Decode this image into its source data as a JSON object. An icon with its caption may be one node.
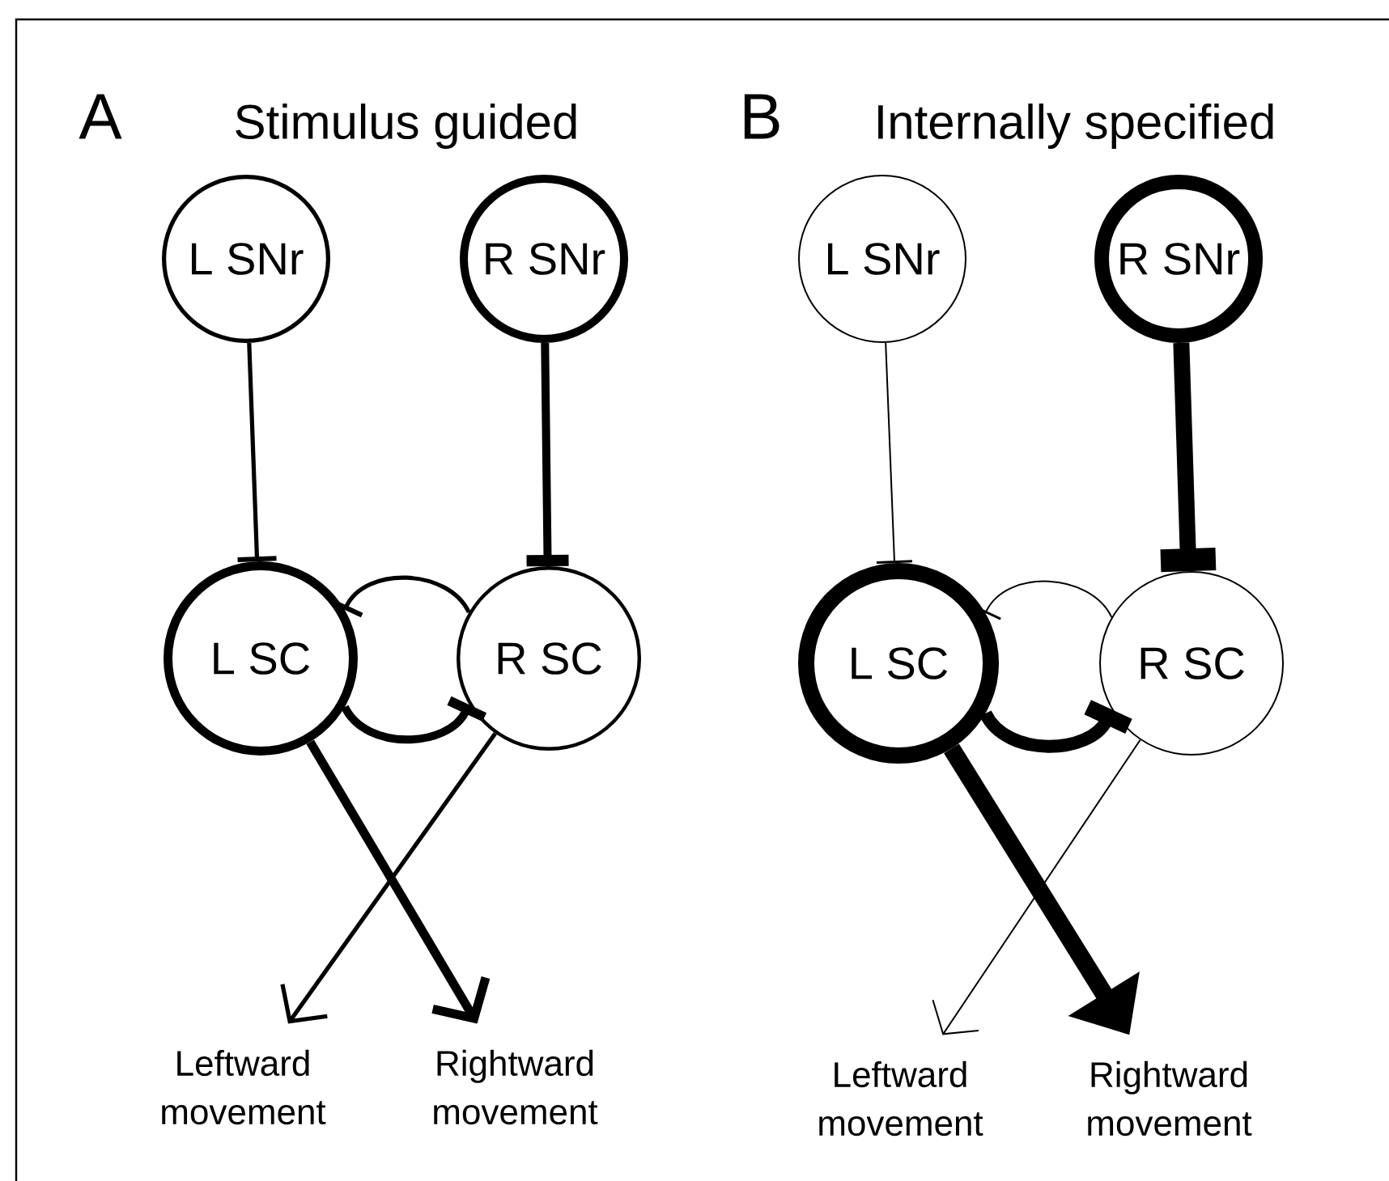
{
  "diagram": {
    "nodes": [
      {
        "text": [
          "L SNr"
        ]
      },
      {
        "text": [
          "R SNr"
        ]
      },
      {
        "text": [
          "L SC"
        ]
      },
      {
        "text": [
          "R SC"
        ]
      },
      {
        "text": [
          "Leftward movement"
        ]
      },
      {
        "text": [
          "Rightward movement"
        ]
      },
      {
        "text": [
          "L SNr"
        ]
      },
      {
        "text": [
          "R SNr"
        ]
      },
      {
        "text": [
          "L SC"
        ]
      },
      {
        "text": [
          "R SC"
        ]
      },
      {
        "text": [
          "Leftward movement"
        ]
      },
      {
        "text": [
          "Rightward movement"
        ]
      }
    ],
    "edges": [
      {
        "from": 0,
        "to": 2,
        "arrow": "other"
      },
      {
        "from": 1,
        "to": 3,
        "arrow": "other",
        "style": "thick"
      },
      {
        "from": 3,
        "to": 2,
        "arrow": "other"
      },
      {
        "from": 2,
        "to": 3,
        "arrow": "other",
        "style": "thick"
      },
      {
        "from": 3,
        "to": 4,
        "arrow": "to"
      },
      {
        "from": 2,
        "to": 5,
        "arrow": "to",
        "style": "thick"
      },
      {
        "from": 6,
        "to": 8,
        "arrow": "other"
      },
      {
        "from": 7,
        "to": 9,
        "arrow": "other",
        "style": "thick"
      },
      {
        "from": 9,
        "to": 8,
        "arrow": "other"
      },
      {
        "from": 8,
        "to": 9,
        "arrow": "other",
        "style": "thick"
      },
      {
        "from": 9,
        "to": 10,
        "arrow": "to"
      },
      {
        "from": 8,
        "to": 11,
        "arrow": "to",
        "style": "thick"
      }
    ],
    "labels": [
      "A",
      "Stimulus guided",
      "B",
      "Internally specified"
    ]
  }
}
